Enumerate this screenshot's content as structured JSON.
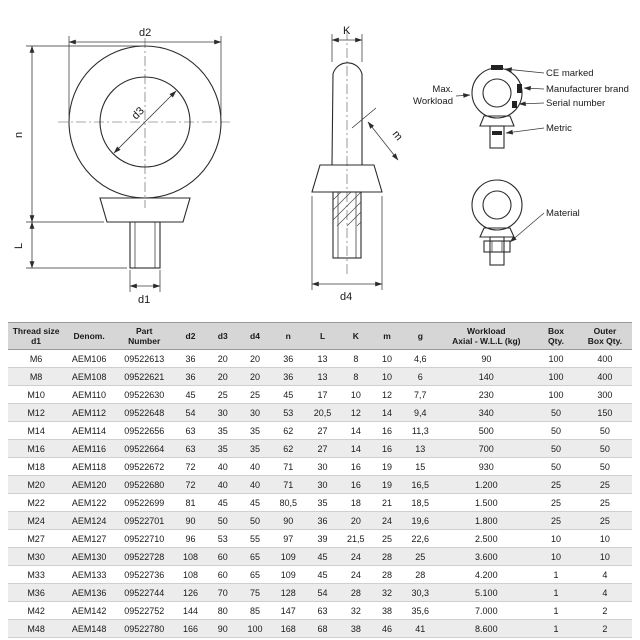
{
  "colors": {
    "table_header_bg": "#d6d6d6",
    "row_alt_bg": "#ececec",
    "drawing_line": "#2b2b2b"
  },
  "drawing": {
    "front": {
      "dim_d2": "d2",
      "dim_d3": "d3",
      "dim_n": "n",
      "dim_L": "L",
      "dim_d1": "d1"
    },
    "side": {
      "dim_K": "K",
      "dim_m": "m",
      "dim_d4": "d4"
    },
    "callouts": {
      "max_line1": "Max.",
      "max_line2": "Workload",
      "ce": "CE marked",
      "brand": "Manufacturer brand",
      "serial": "Serial number",
      "metric": "Metric",
      "material": "Material"
    }
  },
  "table": {
    "headers": [
      {
        "l1": "Thread size",
        "l2": "d1"
      },
      {
        "l1": "Denom.",
        "l2": ""
      },
      {
        "l1": "Part",
        "l2": "Number"
      },
      {
        "l1": "d2",
        "l2": ""
      },
      {
        "l1": "d3",
        "l2": ""
      },
      {
        "l1": "d4",
        "l2": ""
      },
      {
        "l1": "n",
        "l2": ""
      },
      {
        "l1": "L",
        "l2": ""
      },
      {
        "l1": "K",
        "l2": ""
      },
      {
        "l1": "m",
        "l2": ""
      },
      {
        "l1": "g",
        "l2": ""
      },
      {
        "l1": "Workload",
        "l2": "Axial - W.L.L (kg)"
      },
      {
        "l1": "Box",
        "l2": "Qty."
      },
      {
        "l1": "Outer",
        "l2": "Box Qty."
      }
    ],
    "rows": [
      [
        "M6",
        "AEM106",
        "09522613",
        "36",
        "20",
        "20",
        "36",
        "13",
        "8",
        "10",
        "4,6",
        "90",
        "100",
        "400"
      ],
      [
        "M8",
        "AEM108",
        "09522621",
        "36",
        "20",
        "20",
        "36",
        "13",
        "8",
        "10",
        "6",
        "140",
        "100",
        "400"
      ],
      [
        "M10",
        "AEM110",
        "09522630",
        "45",
        "25",
        "25",
        "45",
        "17",
        "10",
        "12",
        "7,7",
        "230",
        "100",
        "300"
      ],
      [
        "M12",
        "AEM112",
        "09522648",
        "54",
        "30",
        "30",
        "53",
        "20,5",
        "12",
        "14",
        "9,4",
        "340",
        "50",
        "150"
      ],
      [
        "M14",
        "AEM114",
        "09522656",
        "63",
        "35",
        "35",
        "62",
        "27",
        "14",
        "16",
        "11,3",
        "500",
        "50",
        "50"
      ],
      [
        "M16",
        "AEM116",
        "09522664",
        "63",
        "35",
        "35",
        "62",
        "27",
        "14",
        "16",
        "13",
        "700",
        "50",
        "50"
      ],
      [
        "M18",
        "AEM118",
        "09522672",
        "72",
        "40",
        "40",
        "71",
        "30",
        "16",
        "19",
        "15",
        "930",
        "50",
        "50"
      ],
      [
        "M20",
        "AEM120",
        "09522680",
        "72",
        "40",
        "40",
        "71",
        "30",
        "16",
        "19",
        "16,5",
        "1.200",
        "25",
        "25"
      ],
      [
        "M22",
        "AEM122",
        "09522699",
        "81",
        "45",
        "45",
        "80,5",
        "35",
        "18",
        "21",
        "18,5",
        "1.500",
        "25",
        "25"
      ],
      [
        "M24",
        "AEM124",
        "09522701",
        "90",
        "50",
        "50",
        "90",
        "36",
        "20",
        "24",
        "19,6",
        "1.800",
        "25",
        "25"
      ],
      [
        "M27",
        "AEM127",
        "09522710",
        "96",
        "53",
        "55",
        "97",
        "39",
        "21,5",
        "25",
        "22,6",
        "2.500",
        "10",
        "10"
      ],
      [
        "M30",
        "AEM130",
        "09522728",
        "108",
        "60",
        "65",
        "109",
        "45",
        "24",
        "28",
        "25",
        "3.600",
        "10",
        "10"
      ],
      [
        "M33",
        "AEM133",
        "09522736",
        "108",
        "60",
        "65",
        "109",
        "45",
        "24",
        "28",
        "28",
        "4.200",
        "1",
        "4"
      ],
      [
        "M36",
        "AEM136",
        "09522744",
        "126",
        "70",
        "75",
        "128",
        "54",
        "28",
        "32",
        "30,3",
        "5.100",
        "1",
        "4"
      ],
      [
        "M42",
        "AEM142",
        "09522752",
        "144",
        "80",
        "85",
        "147",
        "63",
        "32",
        "38",
        "35,6",
        "7.000",
        "1",
        "2"
      ],
      [
        "M48",
        "AEM148",
        "09522780",
        "166",
        "90",
        "100",
        "168",
        "68",
        "38",
        "46",
        "41",
        "8.600",
        "1",
        "2"
      ]
    ]
  }
}
